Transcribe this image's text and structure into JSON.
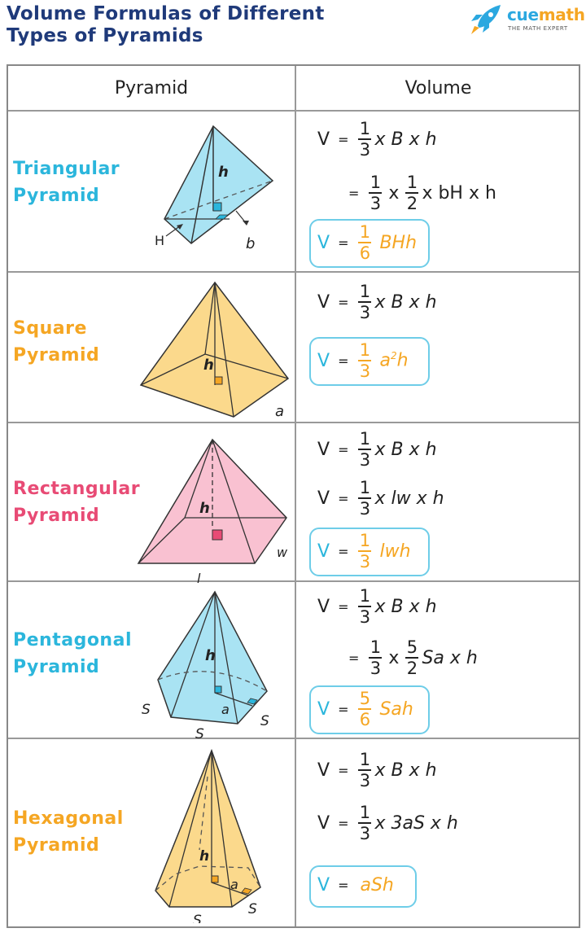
{
  "header": {
    "title_line1": "Volume Formulas of Different",
    "title_line2": "Types of Pyramids",
    "logo": {
      "word_part1": "cue",
      "word_part2": "math",
      "tagline": "THE MATH EXPERT",
      "icon": "rocket-icon"
    }
  },
  "colors": {
    "title": "#1f3a7a",
    "cyan": "#2bb6dc",
    "orange": "#f5a623",
    "pink": "#e84b75",
    "box_border": "#6ecde8"
  },
  "table": {
    "columns": [
      "Pyramid",
      "Volume"
    ],
    "rows": [
      {
        "name_line1": "Triangular",
        "name_line2": "Pyramid",
        "name_color": "#2bb6dc",
        "figure_labels": {
          "height": "h",
          "base": "b",
          "base_height": "H"
        },
        "steps": [
          {
            "lhs": "V",
            "eq": "=",
            "num": "1",
            "den": "3",
            "rest": "x B x h"
          },
          {
            "lhs": "",
            "eq": "=",
            "num": "1",
            "den": "3",
            "mid": "x",
            "num2": "1",
            "den2": "2",
            "rest": "x bH x h"
          }
        ],
        "final": {
          "lhs": "V",
          "eq": "=",
          "num": "1",
          "den": "6",
          "rest": "BHh"
        }
      },
      {
        "name_line1": "Square",
        "name_line2": "Pyramid",
        "name_color": "#f5a623",
        "figure_labels": {
          "height": "h",
          "side": "a"
        },
        "steps": [
          {
            "lhs": "V",
            "eq": "=",
            "num": "1",
            "den": "3",
            "rest": "x B x h"
          }
        ],
        "final": {
          "lhs": "V",
          "eq": "=",
          "num": "1",
          "den": "3",
          "rest": "a",
          "sup": "2",
          "rest2": "h"
        }
      },
      {
        "name_line1": "Rectangular",
        "name_line2": "Pyramid",
        "name_color": "#e84b75",
        "figure_labels": {
          "height": "h",
          "length": "l",
          "width": "w"
        },
        "steps": [
          {
            "lhs": "V",
            "eq": "=",
            "num": "1",
            "den": "3",
            "rest": "x B x h"
          },
          {
            "lhs": "V",
            "eq": "=",
            "num": "1",
            "den": "3",
            "rest": "x lw x h"
          }
        ],
        "final": {
          "lhs": "V",
          "eq": "=",
          "num": "1",
          "den": "3",
          "rest": "lwh"
        }
      },
      {
        "name_line1": "Pentagonal",
        "name_line2": "Pyramid",
        "name_color": "#2bb6dc",
        "figure_labels": {
          "height": "h",
          "apothem": "a",
          "side": "S"
        },
        "steps": [
          {
            "lhs": "V",
            "eq": "=",
            "num": "1",
            "den": "3",
            "rest": "x B x h"
          },
          {
            "lhs": "",
            "eq": "=",
            "num": "1",
            "den": "3",
            "mid": "x",
            "num2": "5",
            "den2": "2",
            "rest": "Sa x h"
          }
        ],
        "final": {
          "lhs": "V",
          "eq": "=",
          "num": "5",
          "den": "6",
          "rest": "Sah"
        }
      },
      {
        "name_line1": "Hexagonal",
        "name_line2": "Pyramid",
        "name_color": "#f5a623",
        "figure_labels": {
          "height": "h",
          "apothem": "a",
          "side": "S"
        },
        "steps": [
          {
            "lhs": "V",
            "eq": "=",
            "num": "1",
            "den": "3",
            "rest": "x B x h"
          },
          {
            "lhs": "V",
            "eq": "=",
            "num": "1",
            "den": "3",
            "rest": "x 3aS x h"
          }
        ],
        "final": {
          "lhs": "V",
          "eq": "=",
          "rest": "aSh"
        }
      }
    ]
  }
}
